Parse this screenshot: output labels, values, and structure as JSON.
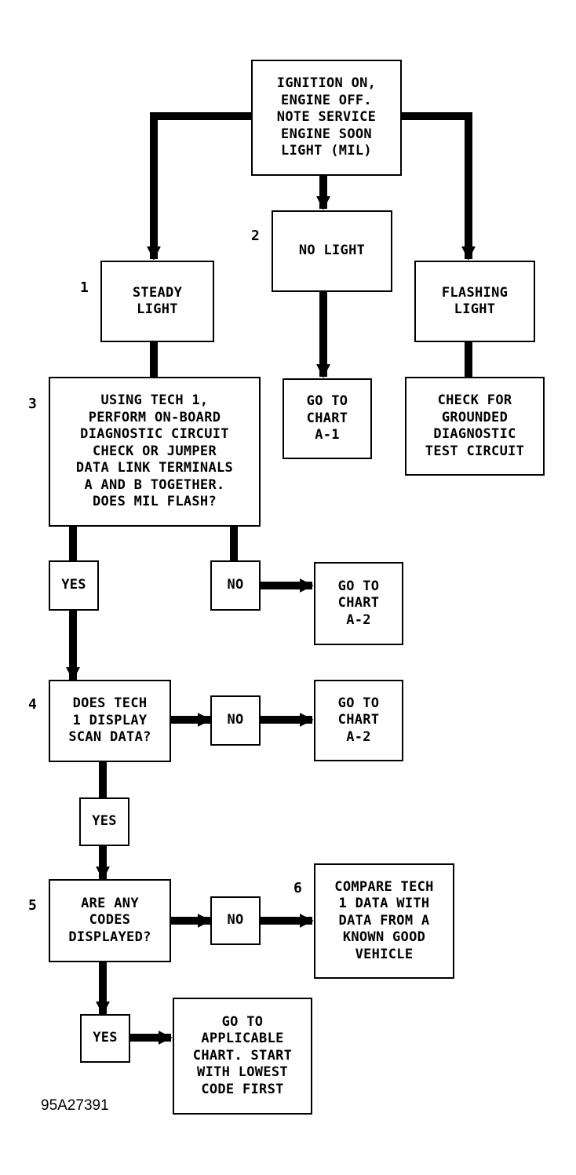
{
  "nodes": {
    "ignition": "IGNITION ON,\nENGINE OFF.\nNOTE SERVICE\nENGINE SOON\nLIGHT (MIL)",
    "steady_light": "STEADY\nLIGHT",
    "no_light": "NO LIGHT",
    "flashing_light": "FLASHING\nLIGHT",
    "tech1_check": "USING TECH 1,\nPERFORM ON-BOARD\nDIAGNOSTIC CIRCUIT\nCHECK OR JUMPER\nDATA LINK TERMINALS\nA AND B TOGETHER.\nDOES MIL FLASH?",
    "chart_a1": "GO TO\nCHART\nA-1",
    "grounded_check": "CHECK FOR\nGROUNDED\nDIAGNOSTIC\nTEST CIRCUIT",
    "yes_1": "YES",
    "no_1": "NO",
    "chart_a2_first": "GO TO\nCHART\nA-2",
    "scan_data": "DOES TECH\n1 DISPLAY\nSCAN DATA?",
    "no_2": "NO",
    "chart_a2_second": "GO TO\nCHART\nA-2",
    "yes_2": "YES",
    "codes_displayed": "ARE ANY\nCODES\nDISPLAYED?",
    "no_3": "NO",
    "compare_data": "COMPARE TECH\n1 DATA WITH\nDATA FROM A\nKNOWN GOOD\nVEHICLE",
    "yes_3": "YES",
    "applicable_chart": "GO TO\nAPPLICABLE\nCHART. START\nWITH LOWEST\nCODE FIRST"
  },
  "steps": [
    "1",
    "2",
    "3",
    "4",
    "5",
    "6"
  ],
  "figure_id": "95A27391",
  "colors": {
    "ink": "#000000",
    "paper": "#ffffff"
  }
}
